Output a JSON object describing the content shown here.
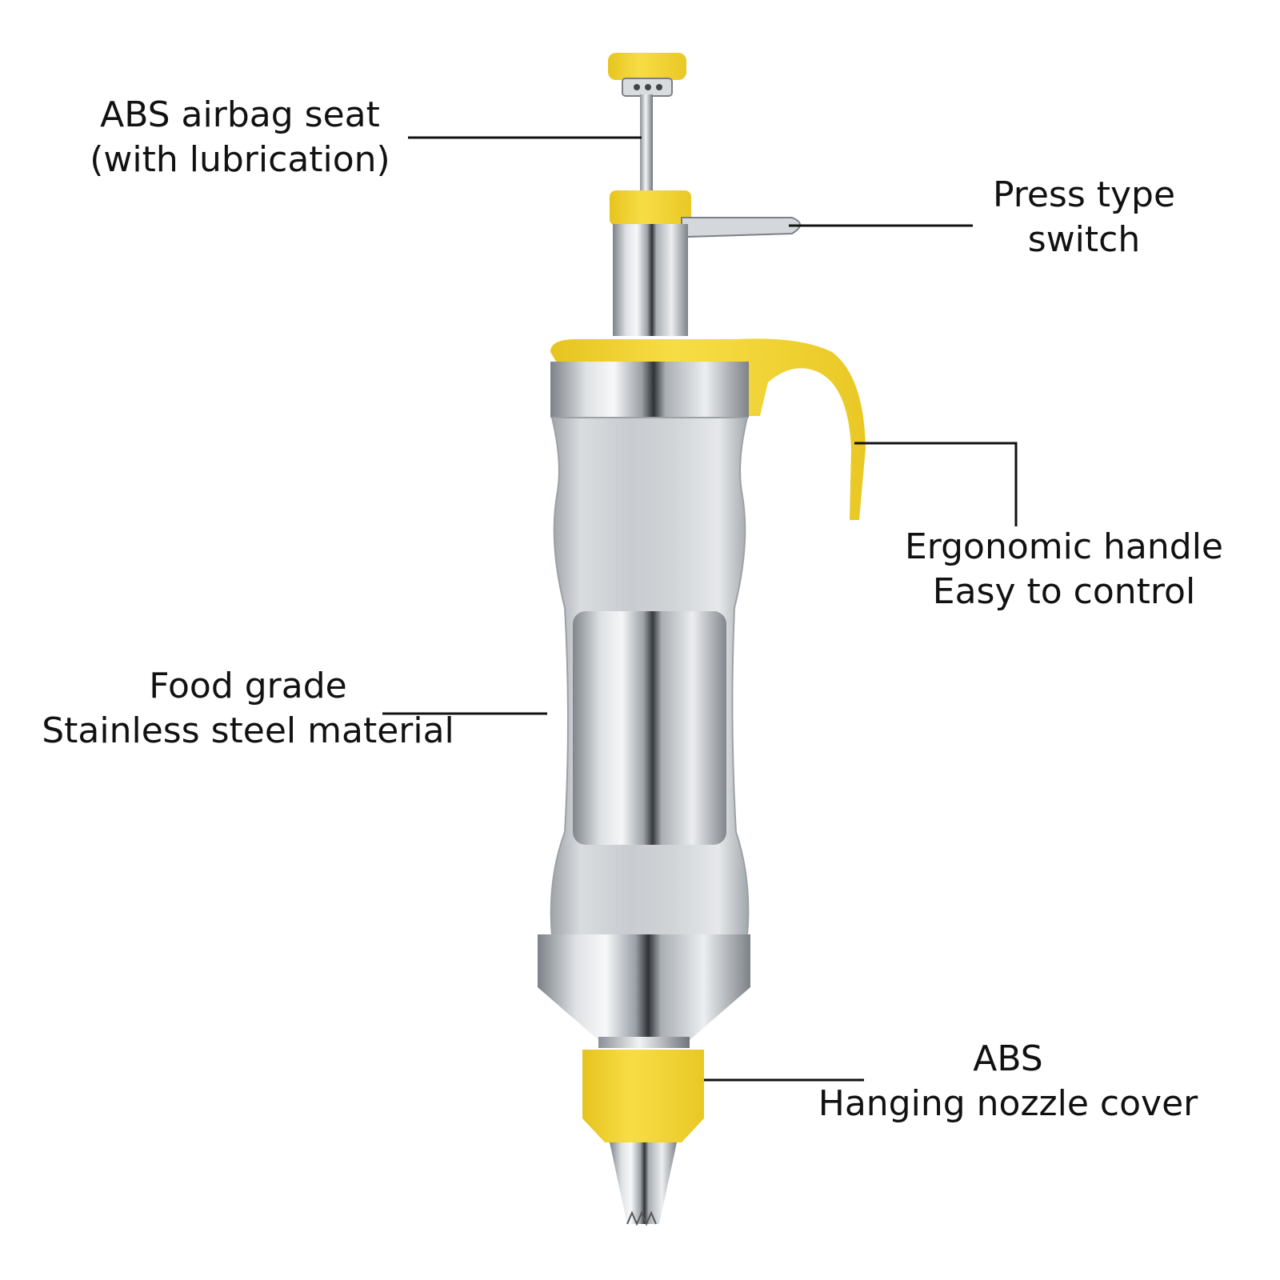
{
  "labels": {
    "abs_airbag_seat": [
      "ABS airbag seat",
      "(with lubrication)"
    ],
    "press_type_switch": [
      "Press type",
      "switch"
    ],
    "ergonomic_handle": [
      "Ergonomic handle",
      "Easy to control"
    ],
    "food_grade": [
      "Food grade",
      "Stainless steel material"
    ],
    "nozzle_cover": [
      "ABS",
      "Hanging nozzle cover"
    ]
  },
  "colors": {
    "accent_yellow": "#f5d631",
    "steel_light": "#eef0f2",
    "steel_mid": "#b9bec4",
    "steel_dark": "#6f757c",
    "leader_line": "#111111"
  }
}
